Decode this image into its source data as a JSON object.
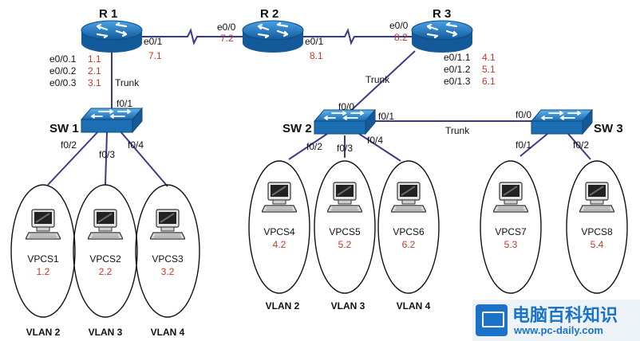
{
  "routers": {
    "r1": {
      "name": "R 1"
    },
    "r2": {
      "name": "R 2"
    },
    "r3": {
      "name": "R 3"
    }
  },
  "switches": {
    "sw1": {
      "name": "SW 1"
    },
    "sw2": {
      "name": "SW 2"
    },
    "sw3": {
      "name": "SW 3"
    }
  },
  "r1_ports": {
    "e0_1": {
      "iface": "e0/1",
      "addr": "7.1"
    },
    "sub1": {
      "iface": "e0/0.1",
      "addr": "1.1"
    },
    "sub2": {
      "iface": "e0/0.2",
      "addr": "2.1"
    },
    "sub3": {
      "iface": "e0/0.3",
      "addr": "3.1"
    }
  },
  "r2_ports": {
    "e0_0": {
      "iface": "e0/0",
      "addr": "7.2"
    },
    "e0_1": {
      "iface": "e0/1",
      "addr": "8.1"
    }
  },
  "r3_ports": {
    "e0_0": {
      "iface": "e0/0",
      "addr": "8.2"
    },
    "sub1": {
      "iface": "e0/1.1",
      "addr": "4.1"
    },
    "sub2": {
      "iface": "e0/1.2",
      "addr": "5.1"
    },
    "sub3": {
      "iface": "e0/1.3",
      "addr": "6.1"
    }
  },
  "trunks": {
    "r1_sw1": "Trunk",
    "r3_sw2": "Trunk",
    "sw2_sw3": "Trunk"
  },
  "sw_ports": {
    "sw1": {
      "up": "f0/1",
      "a": "f0/2",
      "b": "f0/3",
      "c": "f0/4"
    },
    "sw2": {
      "up": "f0/0",
      "right": "f0/1",
      "a": "f0/2",
      "b": "f0/3",
      "c": "f0/4"
    },
    "sw3": {
      "left": "f0/0",
      "a": "f0/1",
      "b": "f0/2"
    }
  },
  "pcs": [
    {
      "name": "VPCS1",
      "ip": "1.2"
    },
    {
      "name": "VPCS2",
      "ip": "2.2"
    },
    {
      "name": "VPCS3",
      "ip": "3.2"
    },
    {
      "name": "VPCS4",
      "ip": "4.2"
    },
    {
      "name": "VPCS5",
      "ip": "5.2"
    },
    {
      "name": "VPCS6",
      "ip": "6.2"
    },
    {
      "name": "VPCS7",
      "ip": "5.3"
    },
    {
      "name": "VPCS8",
      "ip": "5.4"
    }
  ],
  "vlans": {
    "sw1": [
      "VLAN 2",
      "VLAN 3",
      "VLAN 4"
    ],
    "sw2": [
      "VLAN 2",
      "VLAN 3",
      "VLAN 4"
    ]
  },
  "watermark": {
    "title": "电脑百科知识",
    "url": "www.pc-daily.com"
  },
  "colors": {
    "link": "#3a3a8a",
    "router": "#1f6fb5",
    "switch": "#2a7fc4",
    "ip": "#c0392b"
  }
}
